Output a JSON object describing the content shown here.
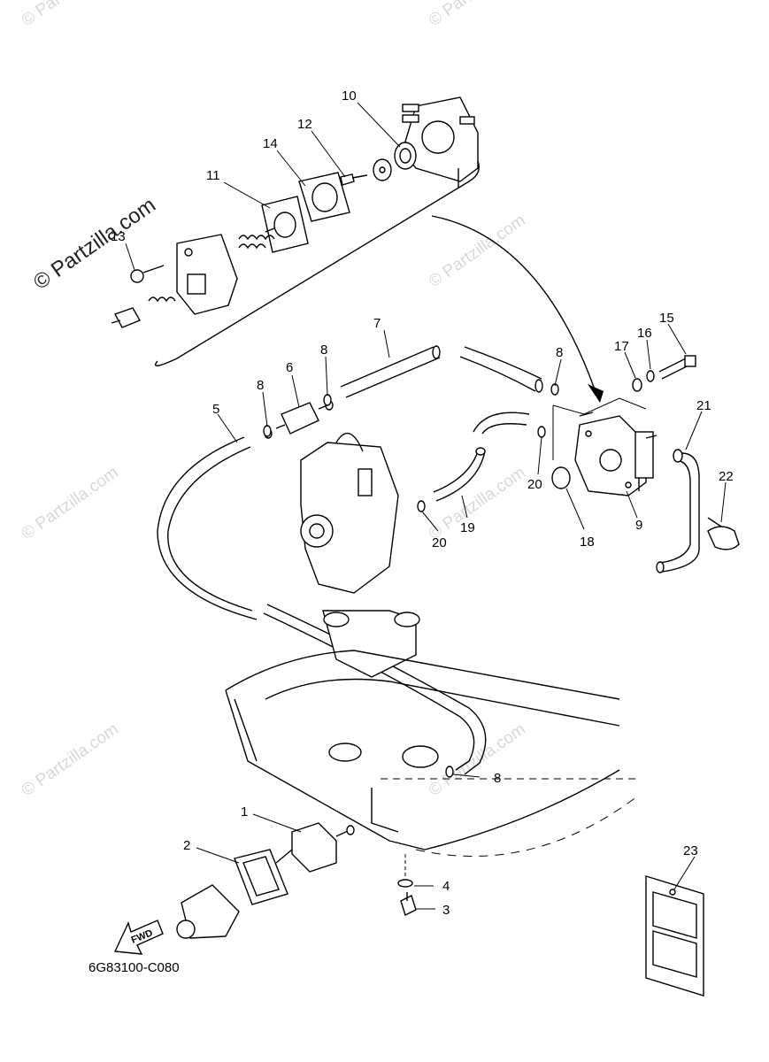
{
  "watermark": {
    "text": "© Partzilla.com"
  },
  "diagram_code": "6G83100-C080",
  "fwd_label": "FWD",
  "callouts": {
    "c1": "1",
    "c2": "2",
    "c3": "3",
    "c4": "4",
    "c5": "5",
    "c6": "6",
    "c7": "7",
    "c8a": "8",
    "c8b": "8",
    "c8c": "8",
    "c8d": "8",
    "c9": "9",
    "c10": "10",
    "c11": "11",
    "c12": "12",
    "c13": "13",
    "c14": "14",
    "c15": "15",
    "c16": "16",
    "c17": "17",
    "c18": "18",
    "c19": "19",
    "c20a": "20",
    "c20b": "20",
    "c21": "21",
    "c22": "22",
    "c23": "23"
  }
}
